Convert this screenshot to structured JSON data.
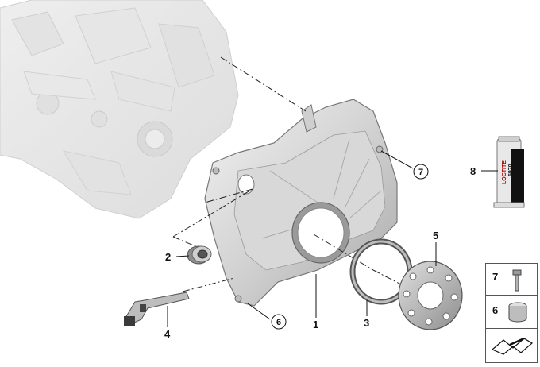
{
  "callouts": {
    "c1": "1",
    "c2": "2",
    "c3": "3",
    "c4": "4",
    "c5": "5",
    "c6": "6",
    "c7": "7",
    "c8": "8"
  },
  "sealant_tube": {
    "brand": "LOCTITE",
    "product": "5970"
  },
  "legend": {
    "item_a": "7",
    "item_b": "6"
  },
  "colors": {
    "part_light": "#e6e6e6",
    "part_mid": "#c9c9c9",
    "part_dark": "#8c8c8c",
    "line": "#111111"
  }
}
